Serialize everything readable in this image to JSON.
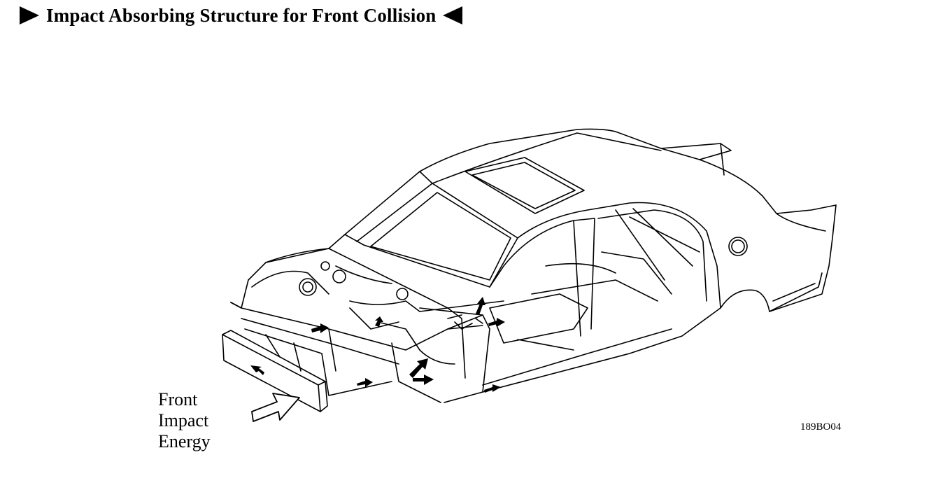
{
  "title": "Impact Absorbing Structure for Front Collision",
  "title_marker_left": "triangle-right-icon",
  "title_marker_right": "triangle-left-icon",
  "callout": {
    "line1": "Front",
    "line2": "Impact",
    "line3": "Energy"
  },
  "figure_code": "189BO04"
}
